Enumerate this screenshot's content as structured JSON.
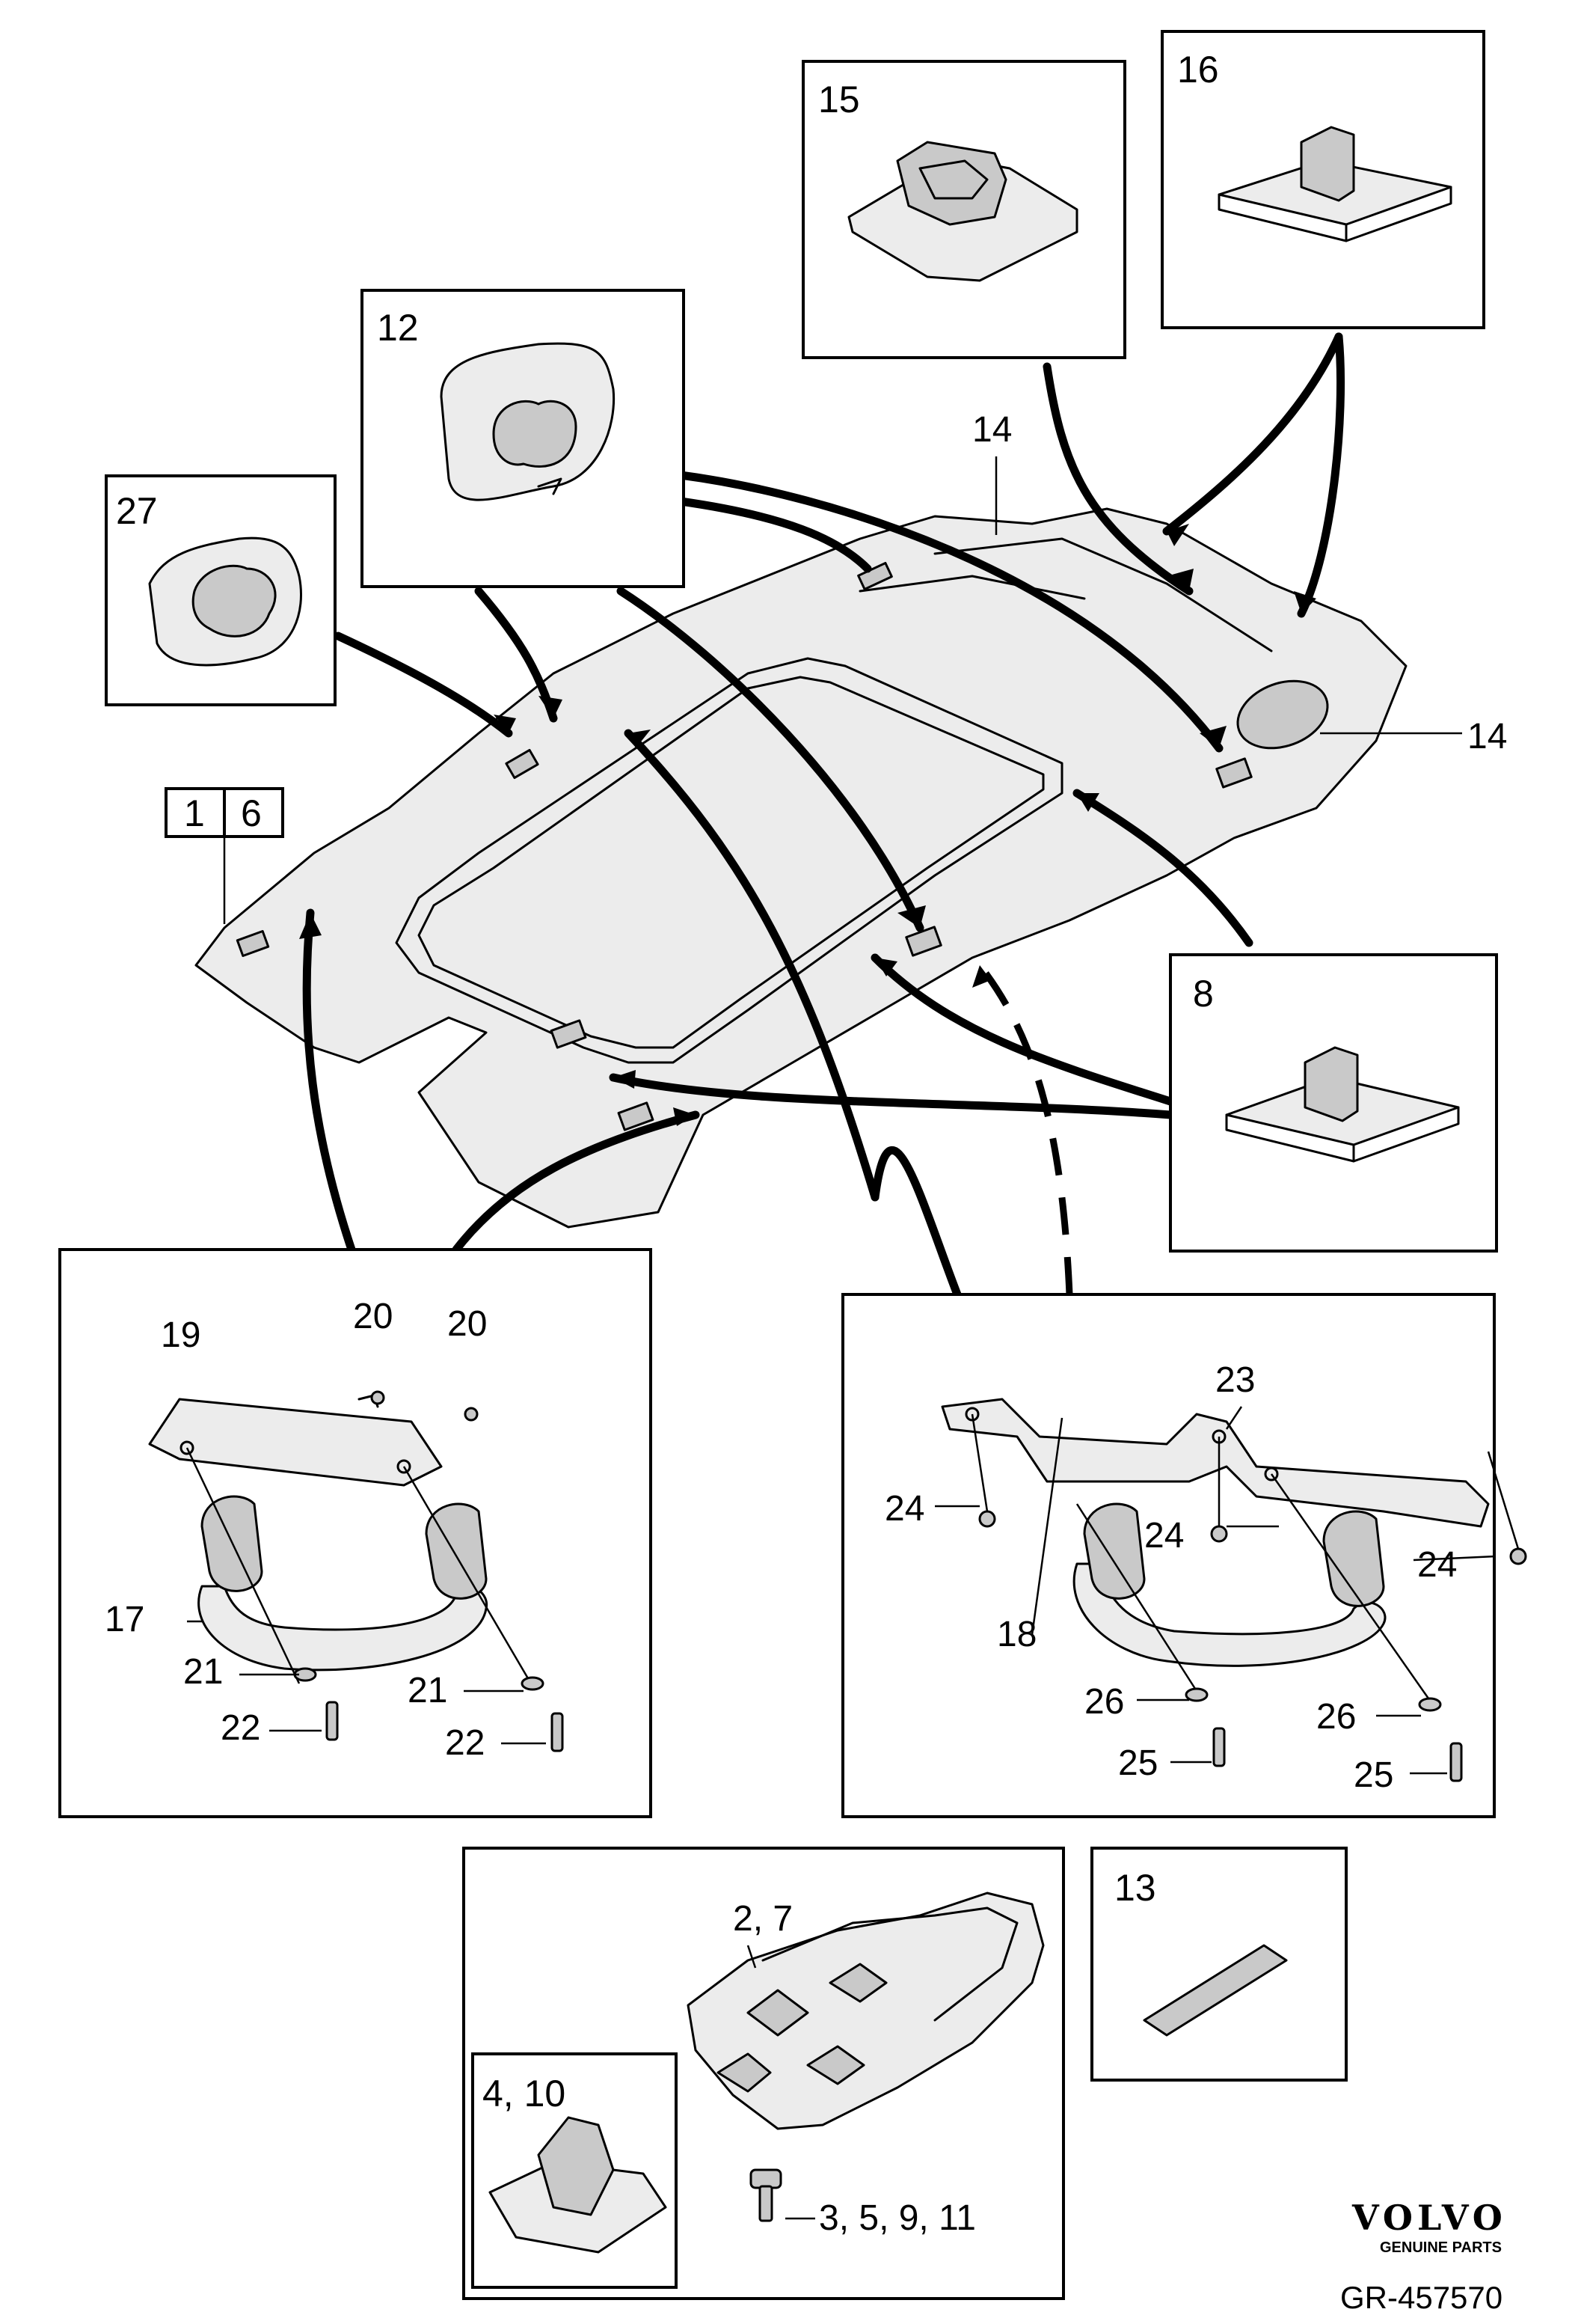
{
  "callouts": {
    "c1": "1",
    "c6": "6",
    "c2_7": "2, 7",
    "c3_5_9_11": "3, 5, 9, 11",
    "c4_10": "4, 10",
    "c8": "8",
    "c12": "12",
    "c13": "13",
    "c14_top": "14",
    "c14_right": "14",
    "c15": "15",
    "c16": "16",
    "c17": "17",
    "c18": "18",
    "c19": "19",
    "c20_a": "20",
    "c20_b": "20",
    "c21_a": "21",
    "c21_b": "21",
    "c22_a": "22",
    "c22_b": "22",
    "c23": "23",
    "c24_a": "24",
    "c24_b": "24",
    "c24_c": "24",
    "c25_a": "25",
    "c25_b": "25",
    "c26_a": "26",
    "c26_b": "26",
    "c27": "27"
  },
  "brand": {
    "name": "VOLVO",
    "tagline": "GENUINE PARTS"
  },
  "reference": "GR-457570"
}
